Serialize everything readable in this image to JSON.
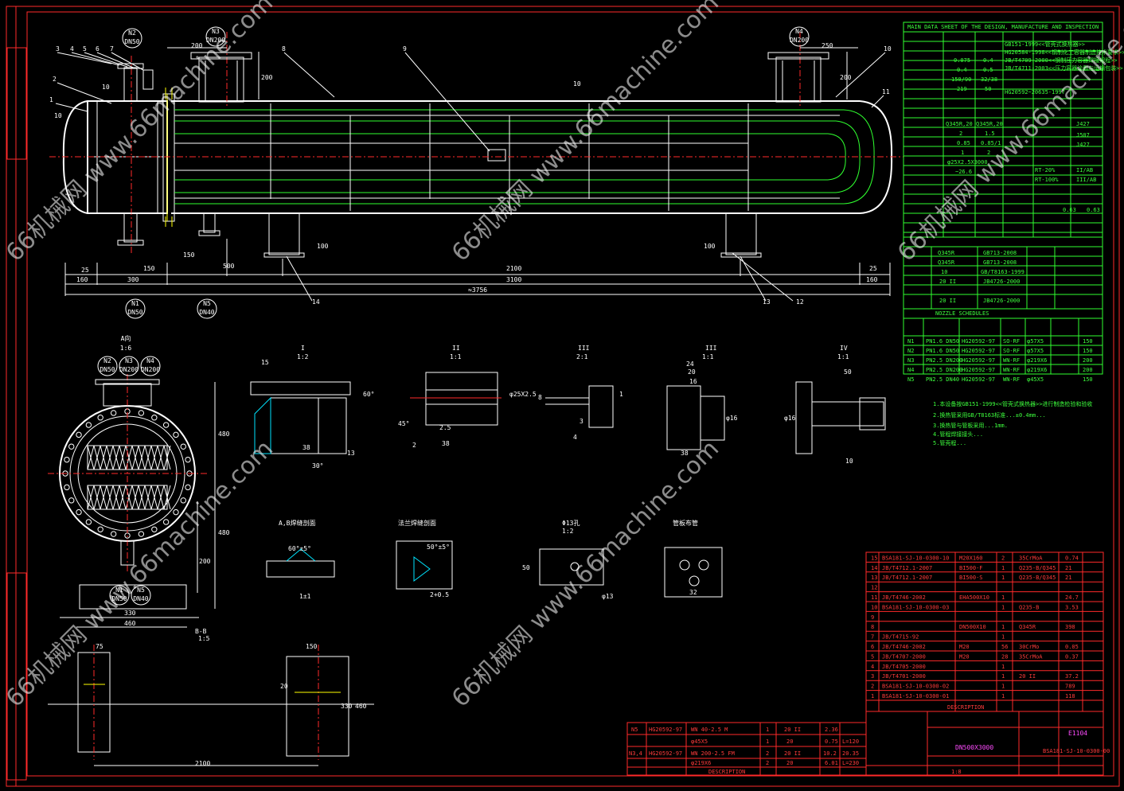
{
  "drawing": {
    "title_block": {
      "name": "DN500X3000",
      "drawing_no": "E1104",
      "scale": "1:8",
      "doc_code": "BSA181-SJ-10-0300-00"
    },
    "nozzle_tags": [
      {
        "tag": "N2",
        "dn": "DN50"
      },
      {
        "tag": "N3",
        "dn": "DN200"
      },
      {
        "tag": "N4",
        "dn": "DN200"
      },
      {
        "tag": "N1",
        "dn": "DN50"
      },
      {
        "tag": "N5",
        "dn": "DN40"
      }
    ],
    "end_view": {
      "label": "A向",
      "scale": "1:6",
      "tags": [
        {
          "tag": "N2",
          "dn": "DN50"
        },
        {
          "tag": "N3",
          "dn": "DN200"
        },
        {
          "tag": "N4",
          "dn": "DN200"
        },
        {
          "tag": "N1",
          "dn": "DN50"
        },
        {
          "tag": "N5",
          "dn": "DN40"
        }
      ]
    },
    "main_dims": {
      "d25": "25",
      "d160": "160",
      "d300": "300",
      "d150": "150",
      "d500": "500",
      "d2100": "2100",
      "d3100": "3100",
      "d3756": "≈3756",
      "d200": "200",
      "d250": "250",
      "d100": "100",
      "d10": "10",
      "d480": "480",
      "d460": "460",
      "d330": "330",
      "d1075": "75",
      "d20": "20"
    },
    "part_callouts": [
      "1",
      "2",
      "3",
      "4",
      "5",
      "6",
      "7",
      "8",
      "9",
      "10",
      "11",
      "12",
      "13",
      "14"
    ],
    "details": [
      {
        "roman": "I",
        "scale": "1:2"
      },
      {
        "roman": "II",
        "scale": "1:1"
      },
      {
        "roman": "III",
        "scale": "2:1"
      },
      {
        "roman": "III",
        "scale": "1:1"
      },
      {
        "roman": "IV",
        "scale": "1:1"
      }
    ],
    "section_label": {
      "name": "B-B",
      "scale": "1:5"
    },
    "data_sheet": {
      "header": "MAIN DATA SHEET OF THE DESIGN, MANUFACTURE AND INSPECTION",
      "rows": [
        {
          "code": "GB151-1999<<管壳式换热器>>"
        },
        {
          "code": "HG20584-1998<<钢制化工容器制造技术要求>>"
        },
        {
          "code": "JB/T4709-2000<<钢制压力容器焊接规程>>"
        },
        {
          "code": "JB/T4711-2003<<压力容器涂敷与运输包装>>"
        },
        {
          "code": "HG20592~20635-1997"
        }
      ],
      "param_rows": [
        {
          "shell": "0.075",
          "tube": "0.4"
        },
        {
          "shell": "0.4",
          "tube": "0.5"
        },
        {
          "shell": "150/90",
          "tube": "32/38"
        },
        {
          "shell": "219",
          "tube": "50"
        },
        {
          "shell": "Q345R,20",
          "tube": "Q345R,20"
        },
        {
          "shell": "2",
          "tube": "1.5"
        },
        {
          "shell": "0.85",
          "tube": "0.85/1"
        },
        {
          "shell": "1",
          "tube": "2"
        },
        {
          "shell": "φ25X2.5X3000",
          "tube": ""
        },
        {
          "shell": "~26.6",
          "tube": ""
        }
      ],
      "weld_rows": [
        "J427",
        "J507",
        "J427"
      ],
      "inspect_rows": [
        "RT-20%",
        "RT-100%",
        "II/AB",
        "III/AB"
      ],
      "test_rows": [
        "0.63",
        "0.63"
      ]
    },
    "materials_table": {
      "rows": [
        {
          "mat": "Q345R",
          "std": "GB713-2008"
        },
        {
          "mat": "Q345R",
          "std": "GB713-2008"
        },
        {
          "mat": "10",
          "std": "GB/T8163-1999"
        },
        {
          "mat": "20 II",
          "std": "JB4726-2000"
        },
        {
          "mat": "20 II",
          "std": "JB4726-2000"
        }
      ]
    },
    "nozzle_schedule": {
      "header": "NOZZLE SCHEDULES",
      "rows": [
        {
          "mark": "N1",
          "spec": "PN1.6 DN50",
          "std": "HG20592-97",
          "face": "SO-RF",
          "pipe": "φ57X5",
          "len": "150"
        },
        {
          "mark": "N2",
          "spec": "PN1.6 DN50",
          "std": "HG20592-97",
          "face": "SO-RF",
          "pipe": "φ57X5",
          "len": "150"
        },
        {
          "mark": "N3",
          "spec": "PN2.5 DN200",
          "std": "HG20592-97",
          "face": "WN-RF",
          "pipe": "φ219X6",
          "len": "200"
        },
        {
          "mark": "N4",
          "spec": "PN2.5 DN200",
          "std": "HG20592-97",
          "face": "WN-RF",
          "pipe": "φ219X6",
          "len": "200"
        },
        {
          "mark": "N5",
          "spec": "PN2.5 DN40",
          "std": "HG20592-97",
          "face": "WN-RF",
          "pipe": "φ45X5",
          "len": "150"
        }
      ]
    },
    "notes": [
      "1.本设备按GB151-1999<<管壳式换热器>>进行制造检验和验收",
      "2.换热管采用GB/T8163标准...±0.4mm...",
      "3.换热管与管板采用...1mm.",
      "4.管程焊接接头...",
      "5.管壳程..."
    ],
    "bom": {
      "rows": [
        {
          "no": "15",
          "doc": "BSA181-SJ-10-0300-10",
          "name": "M20X160",
          "qty": "2",
          "mat": "35CrMoA",
          "mass": "0.74"
        },
        {
          "no": "14",
          "doc": "JB/T4712.1-2007",
          "name": "BI500-F",
          "qty": "1",
          "mat": "Q235-B/Q345",
          "mass": "21"
        },
        {
          "no": "13",
          "doc": "JB/T4712.1-2007",
          "name": "BI500-S",
          "qty": "1",
          "mat": "Q235-B/Q345",
          "mass": "21"
        },
        {
          "no": "12",
          "doc": "",
          "name": "",
          "qty": "",
          "mat": "",
          "mass": ""
        },
        {
          "no": "11",
          "doc": "JB/T4746-2002",
          "name": "EHA500X10",
          "qty": "1",
          "mat": "",
          "mass": "24.7"
        },
        {
          "no": "10",
          "doc": "BSA181-SJ-10-0300-03",
          "name": "",
          "qty": "1",
          "mat": "Q235-B",
          "mass": "3.53"
        },
        {
          "no": "9",
          "doc": "",
          "name": "",
          "qty": "",
          "mat": "",
          "mass": ""
        },
        {
          "no": "8",
          "doc": "",
          "name": "DN500X10",
          "qty": "1",
          "mat": "Q345R",
          "mass": "398"
        },
        {
          "no": "7",
          "doc": "JB/T4715-92",
          "name": "",
          "qty": "1",
          "mat": "",
          "mass": ""
        },
        {
          "no": "6",
          "doc": "JB/T4746-2002",
          "name": "M20",
          "qty": "56",
          "mat": "30CrMo",
          "mass": "0.05"
        },
        {
          "no": "5",
          "doc": "JB/T4707-2000",
          "name": "M20",
          "qty": "28",
          "mat": "35CrMoA",
          "mass": "0.37"
        },
        {
          "no": "4",
          "doc": "JB/T4705-2000",
          "name": "",
          "qty": "1",
          "mat": "",
          "mass": ""
        },
        {
          "no": "3",
          "doc": "JB/T4701-2000",
          "name": "",
          "qty": "1",
          "mat": "20 II",
          "mass": "37.2"
        },
        {
          "no": "2",
          "doc": "BSA181-SJ-10-0300-02",
          "name": "",
          "qty": "1",
          "mat": "",
          "mass": "789"
        },
        {
          "no": "1",
          "doc": "BSA181-SJ-10-0300-01",
          "name": "",
          "qty": "1",
          "mat": "",
          "mass": "118"
        }
      ],
      "header": "DESCRIPTION"
    },
    "lower_table": {
      "rows": [
        {
          "mark": "N5",
          "doc": "HG20592-97",
          "desc": "WN 40-2.5 M",
          "qty": "1",
          "mat": "20 II",
          "mass": "2.36"
        },
        {
          "mark": "",
          "doc": "",
          "desc": "φ45X5",
          "qty": "1",
          "mat": "20",
          "mass": "0.75",
          "note": "L=120"
        },
        {
          "mark": "N3,4",
          "doc": "HG20592-97",
          "desc": "WN 200-2.5 FM",
          "qty": "2",
          "mat": "20 II",
          "mass": "10.2",
          "note": "20.35"
        },
        {
          "mark": "",
          "doc": "",
          "desc": "φ219X6",
          "qty": "2",
          "mat": "20",
          "mass": "6.01",
          "note": "L=230"
        }
      ],
      "header": "DESCRIPTION"
    },
    "watermarks": [
      "66机械网 www.66machine.com",
      "66机械网 www.66machine.com",
      "66机械网 www.66machine.com",
      "66机械网 www.66machine.com",
      "66机械网 www.66machine.com"
    ]
  }
}
